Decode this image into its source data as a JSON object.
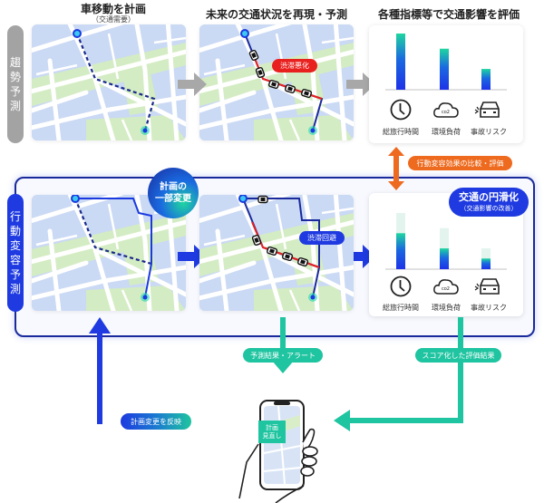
{
  "columns": {
    "plan": {
      "title": "車移動を計画",
      "subtitle": "（交通需要）"
    },
    "reproduce": {
      "title": "未来の交通状況を再現・予測"
    },
    "evaluate": {
      "title": "各種指標等で交通影響を評価"
    }
  },
  "rows": {
    "trend": {
      "label_chars": [
        "趨",
        "勢",
        "予",
        "測"
      ],
      "color": "#a0a0a0"
    },
    "behavior": {
      "label_chars": [
        "行",
        "動",
        "変",
        "容",
        "予",
        "測"
      ],
      "color": "#1e3ae0"
    }
  },
  "badges": {
    "congestion_worse": "渋滞悪化",
    "congestion_avoid": "渋滞回避",
    "plan_change_line1": "計画の",
    "plan_change_line2": "一部変更",
    "comparison": "行動変容効果の比較・評価",
    "smoothing_title": "交通の円滑化",
    "smoothing_sub": "（交通影響の改善）",
    "prediction_alert": "予測結果・アラート",
    "scored_result": "スコア化した評価結果",
    "reflect_change": "計画変更を反映",
    "phone_screen_line1": "計画",
    "phone_screen_line2": "見直し"
  },
  "metrics": [
    {
      "label": "総旅行時間",
      "icon": "clock-icon"
    },
    {
      "label": "環境負荷",
      "icon": "co2-cloud-icon"
    },
    {
      "label": "事故リスク",
      "icon": "car-crash-icon"
    }
  ],
  "chart_data": [
    {
      "type": "bar",
      "title": "各種指標等で交通影響を評価 (趨勢予測)",
      "categories": [
        "総旅行時間",
        "環境負荷",
        "事故リスク"
      ],
      "values": [
        1.0,
        0.73,
        0.37
      ],
      "ylim": [
        0,
        1
      ]
    },
    {
      "type": "bar",
      "title": "交通の円滑化 (行動変容予測)",
      "categories": [
        "総旅行時間",
        "環境負荷",
        "事故リスク"
      ],
      "series": [
        {
          "name": "before",
          "values": [
            1.0,
            0.73,
            0.37
          ]
        },
        {
          "name": "after",
          "values": [
            0.64,
            0.37,
            0.19
          ]
        }
      ],
      "ylim": [
        0,
        1
      ]
    }
  ],
  "colors": {
    "blue": "#1e3ae0",
    "navy": "#1a2a8c",
    "teal": "#1fc4a0",
    "orange": "#ee6a1e",
    "red": "#e8201e",
    "gray_arrow": "#a8a8a8"
  }
}
